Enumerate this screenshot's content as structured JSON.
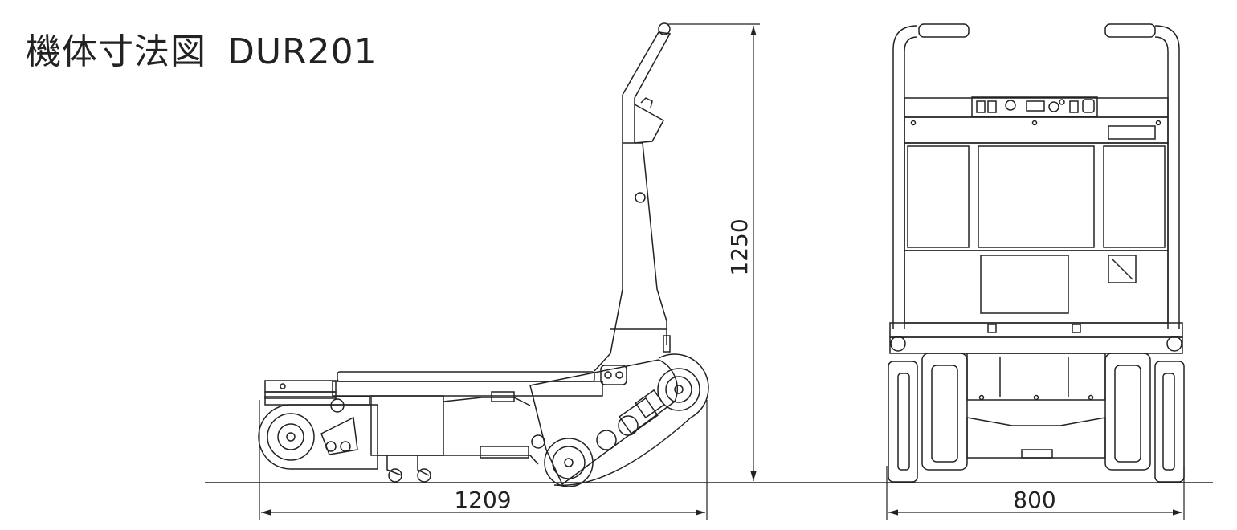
{
  "title": {
    "main": "機体寸法図",
    "model": "DUR201"
  },
  "dimensions": {
    "length": "1209",
    "height": "1250",
    "width": "800"
  },
  "colors": {
    "line": "#222222",
    "background": "#ffffff"
  }
}
